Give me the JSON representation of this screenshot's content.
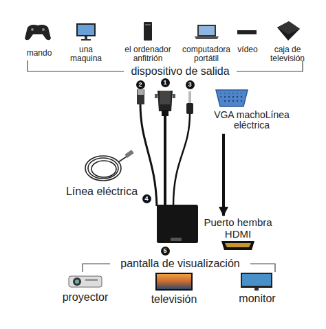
{
  "diagram": {
    "nodes": [
      {
        "text": [
          "VGA machoLínea eléctrica"
        ]
      },
      {
        "text": [
          "Puerto hembra HDMI"
        ]
      }
    ],
    "edges": [
      {
        "from": 0,
        "to": 1,
        "arrow": "to"
      }
    ],
    "labels": [
      "mando",
      "una maquina",
      "el ordenador anfitrión",
      "computadora portátil",
      "vídeo",
      "caja de televisión",
      "dispositivo de salida",
      "2",
      "1",
      "3",
      "Línea eléctrica",
      "4",
      "5",
      "pantalla de visualización",
      "proyector",
      "televisión",
      "monitor"
    ]
  }
}
